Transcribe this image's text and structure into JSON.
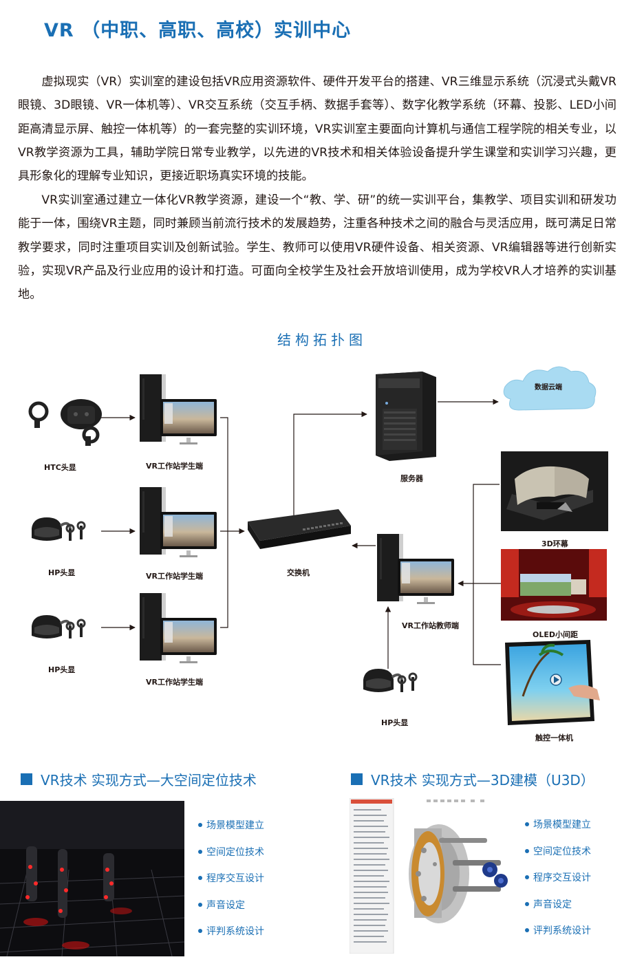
{
  "title": "VR （中职、高职、高校）实训中心",
  "paragraphs": [
    "虚拟现实（VR）实训室的建设包括VR应用资源软件、硬件开发平台的搭建、VR三维显示系统（沉浸式头戴VR眼镜、3D眼镜、VR一体机等）、VR交互系统（交互手柄、数据手套等）、数字化教学系统（环幕、投影、LED小间距高清显示屏、触控一体机等）的一套完整的实训环境，VR实训室主要面向计算机与通信工程学院的相关专业，以VR教学资源为工具，辅助学院日常专业教学，以先进的VR技术和相关体验设备提升学生课堂和实训学习兴趣，更具形象化的理解专业知识，更接近职场真实环境的技能。",
    "VR实训室通过建立一体化VR教学资源，建设一个“教、学、研”的统一实训平台，集教学、项目实训和研发功能于一体，围绕VR主题，同时兼顾当前流行技术的发展趋势，注重各种技术之间的融合与灵活应用，既可满足日常教学要求，同时注重项目实训及创新试验。学生、教师可以使用VR硬件设备、相关资源、VR编辑器等进行创新实验，实现VR产品及行业应用的设计和打造。可面向全校学生及社会开放培训使用，成为学校VR人才培养的实训基地。"
  ],
  "topology": {
    "title": "结构拓扑图",
    "labels": {
      "htc": "HTC头显",
      "hp1": "HP头显",
      "hp2": "HP头显",
      "hp_teacher": "HP头显",
      "ws1": "VR工作站学生端",
      "ws2": "VR工作站学生端",
      "ws3": "VR工作站学生端",
      "switch": "交换机",
      "server": "服务器",
      "cloud": "数据云端",
      "teacher": "VR工作站教师端",
      "screen3d": "3D环幕",
      "oled": "OLED小间距",
      "touch": "触控一体机"
    }
  },
  "sections": [
    {
      "heading": "VR技术  实现方式—大空间定位技术",
      "bullets": [
        "场景模型建立",
        "空间定位技术",
        "程序交互设计",
        "声音设定",
        "评判系统设计"
      ]
    },
    {
      "heading": "VR技术  实现方式—3D建模（U3D）",
      "bullets": [
        "场景模型建立",
        "空间定位技术",
        "程序交互设计",
        "声音设定",
        "评判系统设计"
      ]
    }
  ],
  "colors": {
    "accent": "#1a6fb4",
    "text": "#231815",
    "cloud": "#a9dbf2"
  }
}
